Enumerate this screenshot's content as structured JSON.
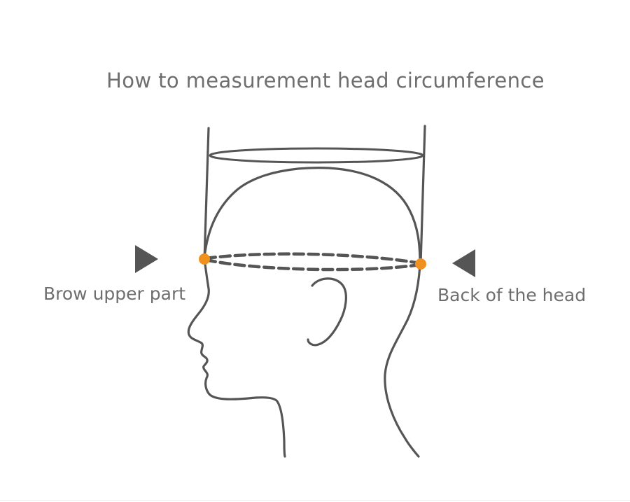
{
  "title": "How to measurement head circumference",
  "labels": {
    "brow": "Brow upper part",
    "back": "Back of the head"
  },
  "colors": {
    "line": "#555555",
    "text": "#6e6e6e",
    "marker": "#f0901e",
    "arrow": "#555555"
  },
  "icons": {
    "left_arrow": "right-pointing-triangle-icon",
    "right_arrow": "left-pointing-triangle-icon"
  }
}
